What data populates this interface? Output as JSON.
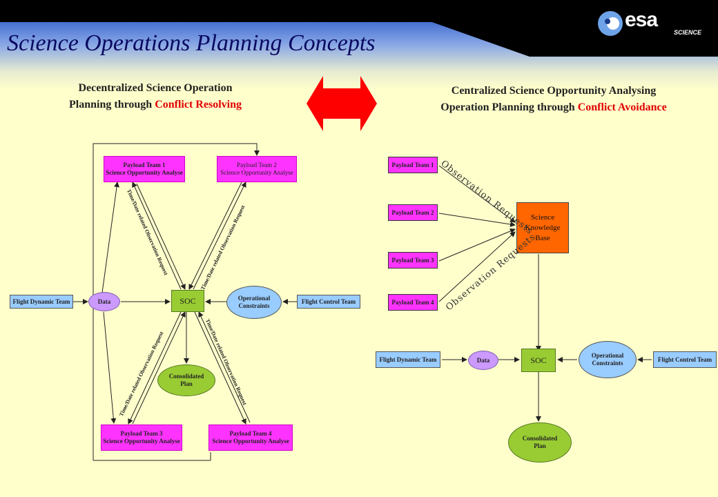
{
  "title": "Science Operations Planning Concepts",
  "logo": {
    "name": "esa",
    "subtitle": "SCIENCE"
  },
  "left_heading": {
    "line1": "Decentralized Science Operation",
    "line2_plain": "Planning through",
    "line2_highlight": "Conflict Resolving"
  },
  "right_heading": {
    "line1": "Centralized Science Opportunity Analysing",
    "line2_plain": "Operation Planning through",
    "line2_highlight": "Conflict Avoidance"
  },
  "left": {
    "pt1": [
      "Payload Team 1",
      "Science Opportunity Analyse"
    ],
    "pt2": [
      "Payload Team 2",
      "Science Opportunity Analyse"
    ],
    "pt3": [
      "Payload Team 3",
      "Science Opportunity Analyse"
    ],
    "pt4": [
      "Payload Team 4",
      "Science Opportunity Analyse"
    ],
    "flight_dynamic": "Flight Dynamic Team",
    "data": "Data",
    "soc": "SOC",
    "operational": [
      "Operational",
      "Constraints"
    ],
    "flight_control": "Flight Control Team",
    "consolidated": [
      "Consolidated",
      "Plan"
    ],
    "label_pt1": "Time/Date related Observation Request",
    "label_pt2": "Time/Date related Observation Request",
    "label_pt3": "Time/Date related Observation Request",
    "label_pt4": "Time/Date related Observation Request"
  },
  "right": {
    "pt1": "Payload Team 1",
    "pt2": "Payload Team 2",
    "pt3": "Payload Team 3",
    "pt4": "Payload Team 4",
    "skb": [
      "Science",
      "Knowledge",
      "Base"
    ],
    "obs_upper": "Observation Requests",
    "obs_lower": "Observation Requests",
    "flight_dynamic": "Flight Dynamic Team",
    "data": "Data",
    "soc": "SOC",
    "operational": [
      "Operational",
      "Constraints"
    ],
    "flight_control": "Flight Control Team",
    "consolidated": [
      "Consolidated",
      "Plan"
    ]
  },
  "colors": {
    "payload": "#ff33ff",
    "team": "#99ccff",
    "data": "#cc99ff",
    "soc": "#99cc33",
    "skb": "#ff6600",
    "arrow": "#ff0000",
    "highlight": "#e00000"
  }
}
